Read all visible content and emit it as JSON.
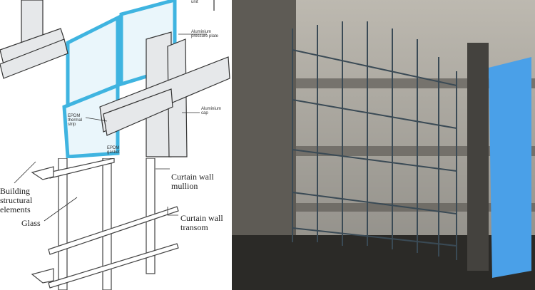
{
  "detail_diagram": {
    "labels": {
      "unit": "unit",
      "pressure_plate": "Aluminium pressure plate",
      "thermal_strip": "EPDM thermal strip",
      "cap": "Aluminium cap",
      "gasket": "EPDM gasket"
    },
    "colors": {
      "glass": "#3fb4e0",
      "aluminium": "#e4e6e8"
    }
  },
  "frame_diagram": {
    "labels": {
      "structure": "Building structural elements",
      "glass": "Glass",
      "mullion": "Curtain wall mullion",
      "transom": "Curtain wall transom"
    }
  },
  "photo": {
    "subject": "curtain-wall-installation-construction-site",
    "glass_color": "#4aa0e8"
  }
}
